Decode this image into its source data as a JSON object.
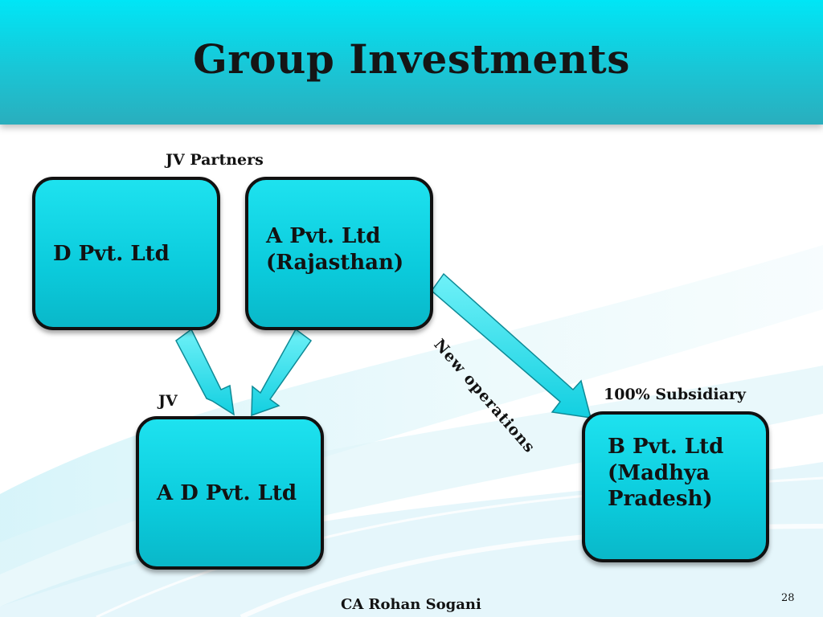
{
  "slide": {
    "title": "Group Investments",
    "footer": "CA Rohan Sogani",
    "page_number": "28"
  },
  "labels": {
    "jv_partners": "JV Partners",
    "jv": "JV",
    "subsidiary": "100% Subsidiary",
    "new_operations": "New operations"
  },
  "nodes": {
    "d": "D Pvt. Ltd",
    "a": "A Pvt. Ltd (Rajasthan)",
    "ad": "A D Pvt. Ltd",
    "b": "B Pvt. Ltd (Madhya Pradesh)"
  },
  "colors": {
    "header": "#19c6d6",
    "node_fill": "#0bcbdc",
    "arrow_fill": "#2ee3ef",
    "outline": "#111111"
  }
}
